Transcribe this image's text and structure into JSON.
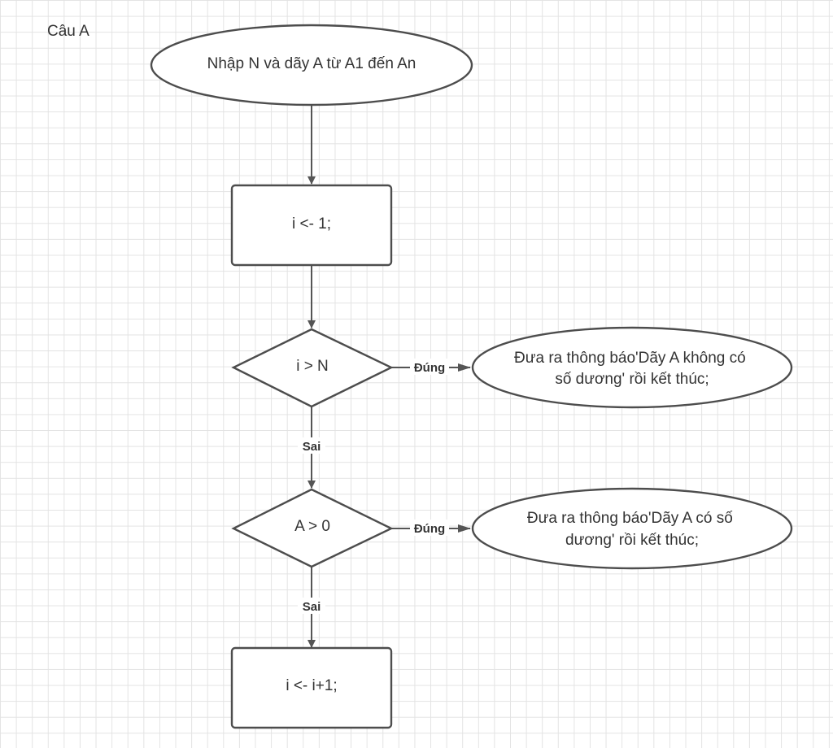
{
  "caption": "Câu A",
  "nodes": {
    "input": "Nhập N và dãy A từ A1 đến An",
    "init": "i <- 1;",
    "cond_i_gt_n": "i > N",
    "out_no_positive": [
      "Đưa ra thông báo'Dãy A không có",
      "số dương' rồi kết thúc;"
    ],
    "cond_a_gt_0": "A > 0",
    "out_has_positive": [
      "Đưa ra thông báo'Dãy A có số",
      "dương' rồi kết thúc;"
    ],
    "increment": "i <- i+1;"
  },
  "edges": {
    "true_label_1": "Đúng",
    "false_label_1": "Sai",
    "true_label_2": "Đúng",
    "false_label_2": "Sai"
  }
}
